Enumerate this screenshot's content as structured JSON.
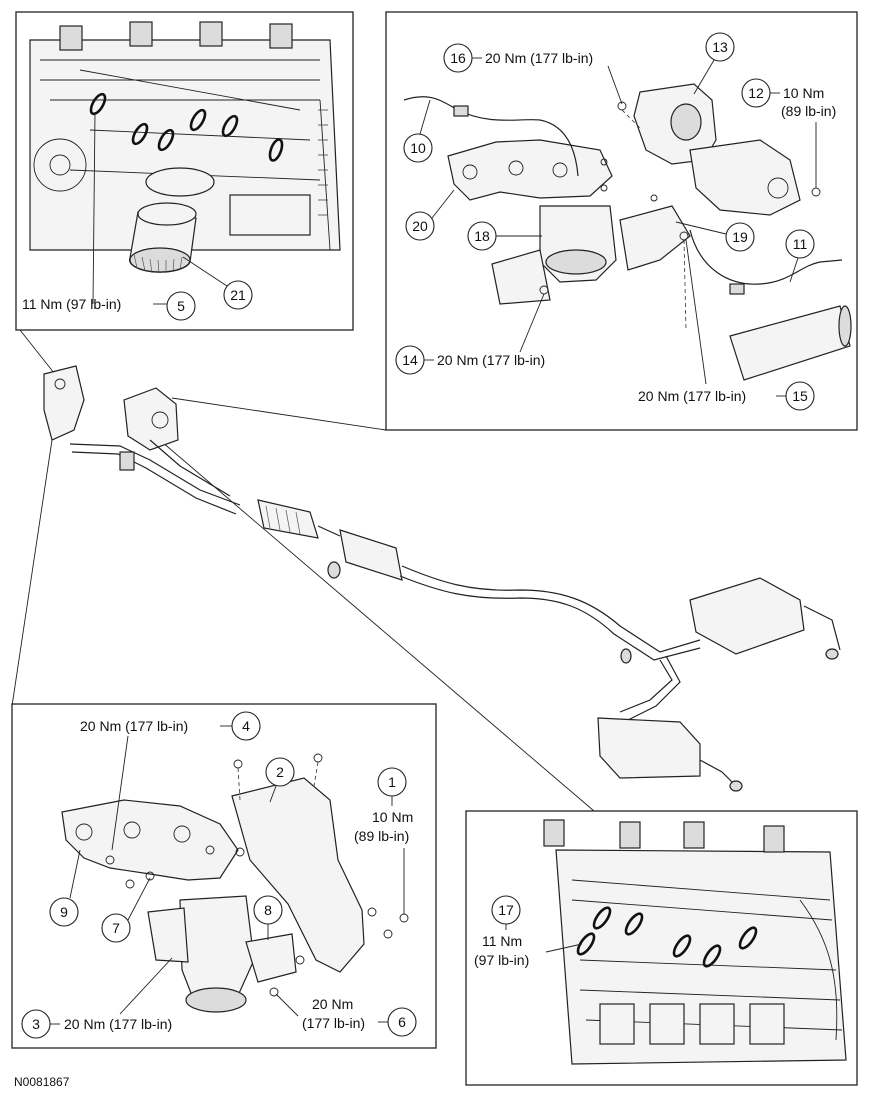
{
  "figure_id": "N0081867",
  "callouts": {
    "c1": "1",
    "c2": "2",
    "c3": "3",
    "c4": "4",
    "c5": "5",
    "c6": "6",
    "c7": "7",
    "c8": "8",
    "c9": "9",
    "c10": "10",
    "c11": "11",
    "c12": "12",
    "c13": "13",
    "c14": "14",
    "c15": "15",
    "c16": "16",
    "c17": "17",
    "c18": "18",
    "c19": "19",
    "c20": "20",
    "c21": "21"
  },
  "torque": {
    "t5": "11 Nm (97 lb-in)",
    "t16": "20 Nm (177 lb-in)",
    "t12_line1": "10 Nm",
    "t12_line2": "(89 lb-in)",
    "t14": "20 Nm (177 lb-in)",
    "t15": "20 Nm (177 lb-in)",
    "t4": "20 Nm (177 lb-in)",
    "t1_line1": "10 Nm",
    "t1_line2": "(89 lb-in)",
    "t3": "20 Nm (177 lb-in)",
    "t6_line1": "20 Nm",
    "t6_line2": "(177 lb-in)",
    "t17_line1": "11 Nm",
    "t17_line2": "(97 lb-in)"
  }
}
